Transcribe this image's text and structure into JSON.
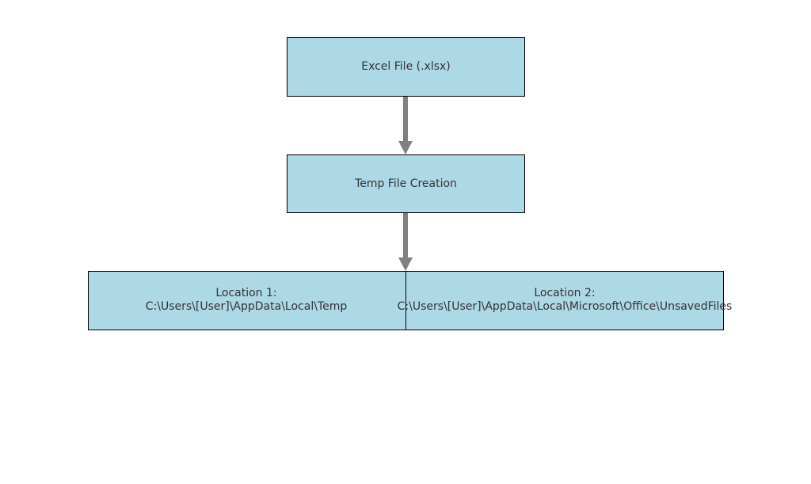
{
  "diagram": {
    "nodes": {
      "excel_file": {
        "label": "Excel File (.xlsx)"
      },
      "temp_creation": {
        "label": "Temp File Creation"
      },
      "location_1": {
        "title": "Location 1:",
        "path": "C:\\Users\\[User]\\AppData\\Local\\Temp"
      },
      "location_2": {
        "title": "Location 2:",
        "path": "C:\\Users\\[User]\\AppData\\Local\\Microsoft\\Office\\UnsavedFiles"
      }
    },
    "colors": {
      "node_fill": "#add8e6",
      "node_border": "#000000",
      "arrow": "#808080",
      "text": "#333333"
    }
  }
}
